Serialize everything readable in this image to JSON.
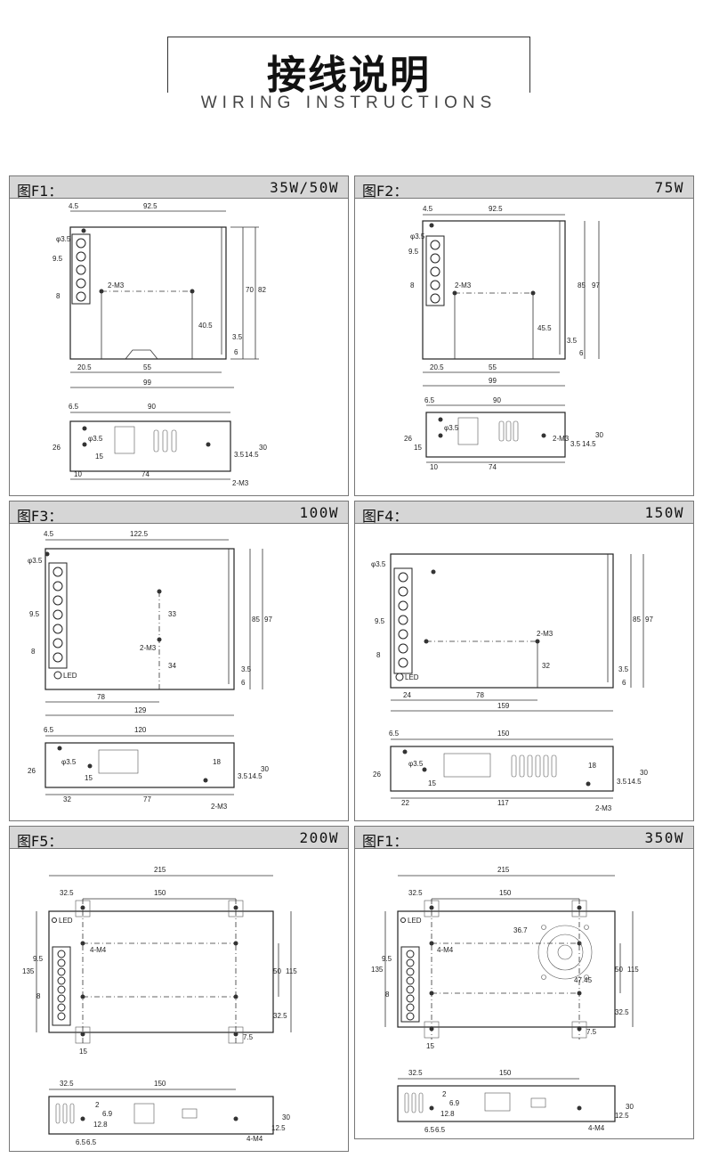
{
  "header": {
    "title": "接线说明",
    "subtitle": "WIRING INSTRUCTIONS"
  },
  "panels": [
    {
      "label": "图F1：",
      "power": "35W/50W",
      "top_dims": {
        "w1": "4.5",
        "w2": "92.5",
        "hole": "φ3.5",
        "pitch1": "9.5",
        "pitch2": "8",
        "screw": "2-M3",
        "h1": "70",
        "h2": "82",
        "d1": "40.5",
        "d2": "3.5",
        "d3": "6",
        "b1": "20.5",
        "b2": "55",
        "b3": "99"
      },
      "side_dims": {
        "w1": "6.5",
        "w2": "90",
        "hole": "φ3.5",
        "h1": "26",
        "h2": "15",
        "h3": "3.5",
        "h4": "14.5",
        "h5": "30",
        "b1": "10",
        "b2": "74",
        "screw": "2-M3"
      }
    },
    {
      "label": "图F2：",
      "power": "75W",
      "top_dims": {
        "w1": "4.5",
        "w2": "92.5",
        "hole": "φ3.5",
        "pitch1": "9.5",
        "pitch2": "8",
        "screw": "2-M3",
        "h1": "85",
        "h2": "97",
        "d1": "45.5",
        "d2": "3.5",
        "d3": "6",
        "b1": "20.5",
        "b2": "55",
        "b3": "99"
      },
      "side_dims": {
        "w1": "6.5",
        "w2": "90",
        "hole": "φ3.5",
        "h1": "26",
        "h2": "15",
        "h3": "3.5",
        "h4": "14.5",
        "h5": "30",
        "b1": "10",
        "b2": "74",
        "screw": "2-M3"
      }
    },
    {
      "label": "图F3：",
      "power": "100W",
      "top_dims": {
        "w1": "4.5",
        "w2": "122.5",
        "hole": "φ3.5",
        "pitch1": "9.5",
        "pitch2": "8",
        "screw": "2-M3",
        "h1": "85",
        "h2": "97",
        "d1": "33",
        "d2": "34",
        "d3": "3.5",
        "d4": "6",
        "b1": "78",
        "b3": "129",
        "led": "LED"
      },
      "side_dims": {
        "w1": "6.5",
        "w2": "120",
        "hole": "φ3.5",
        "h1": "26",
        "h2": "15",
        "h3": "18",
        "h4": "3.5",
        "h5": "14.5",
        "h6": "30",
        "b1": "32",
        "b2": "77",
        "screw": "2-M3"
      }
    },
    {
      "label": "图F4：",
      "power": "150W",
      "top_dims": {
        "w1": "",
        "w2": "",
        "hole": "φ3.5",
        "pitch1": "9.5",
        "pitch2": "8",
        "screw": "2-M3",
        "h1": "85",
        "h2": "97",
        "d1": "32",
        "d2": "3.5",
        "d3": "6",
        "b0": "24",
        "b1": "78",
        "b3": "159",
        "led": "LED"
      },
      "side_dims": {
        "w1": "6.5",
        "w2": "150",
        "hole": "φ3.5",
        "h1": "26",
        "h2": "15",
        "h3": "18",
        "h4": "3.5",
        "h5": "14.5",
        "h6": "30",
        "b1": "22",
        "b2": "117",
        "screw": "2-M3"
      }
    },
    {
      "label": "图F5：",
      "power": "200W",
      "top_dims": {
        "w1": "215",
        "w2": "32.5",
        "w3": "150",
        "h1": "135",
        "h2": "50",
        "h3": "115",
        "h4": "32.5",
        "pitch1": "9.5",
        "pitch2": "8",
        "screw": "4-M4",
        "b1": "15",
        "b2": "7.5",
        "led": "LED"
      },
      "side_dims": {
        "w1": "32.5",
        "w2": "150",
        "h1": "30",
        "h2": "12.5",
        "h3": "12.8",
        "h4": "6.9",
        "h5": "2",
        "b1": "6.5",
        "b2": "6.5",
        "screw": "4-M4"
      }
    },
    {
      "label": "图F1：",
      "power": "350W",
      "top_dims": {
        "w1": "215",
        "w2": "32.5",
        "w3": "150",
        "h1": "135",
        "h2": "50",
        "h3": "115",
        "h4": "32.5",
        "pitch1": "9.5",
        "pitch2": "8",
        "screw": "4-M4",
        "b1": "15",
        "b2": "7.5",
        "fan1": "36.7",
        "fan2": "47.45",
        "led": "LED"
      },
      "side_dims": {
        "w1": "32.5",
        "w2": "150",
        "h1": "30",
        "h2": "12.5",
        "h3": "12.8",
        "h4": "6.9",
        "h5": "2",
        "b1": "6.5",
        "b2": "6.5",
        "screw": "4-M4"
      }
    }
  ]
}
